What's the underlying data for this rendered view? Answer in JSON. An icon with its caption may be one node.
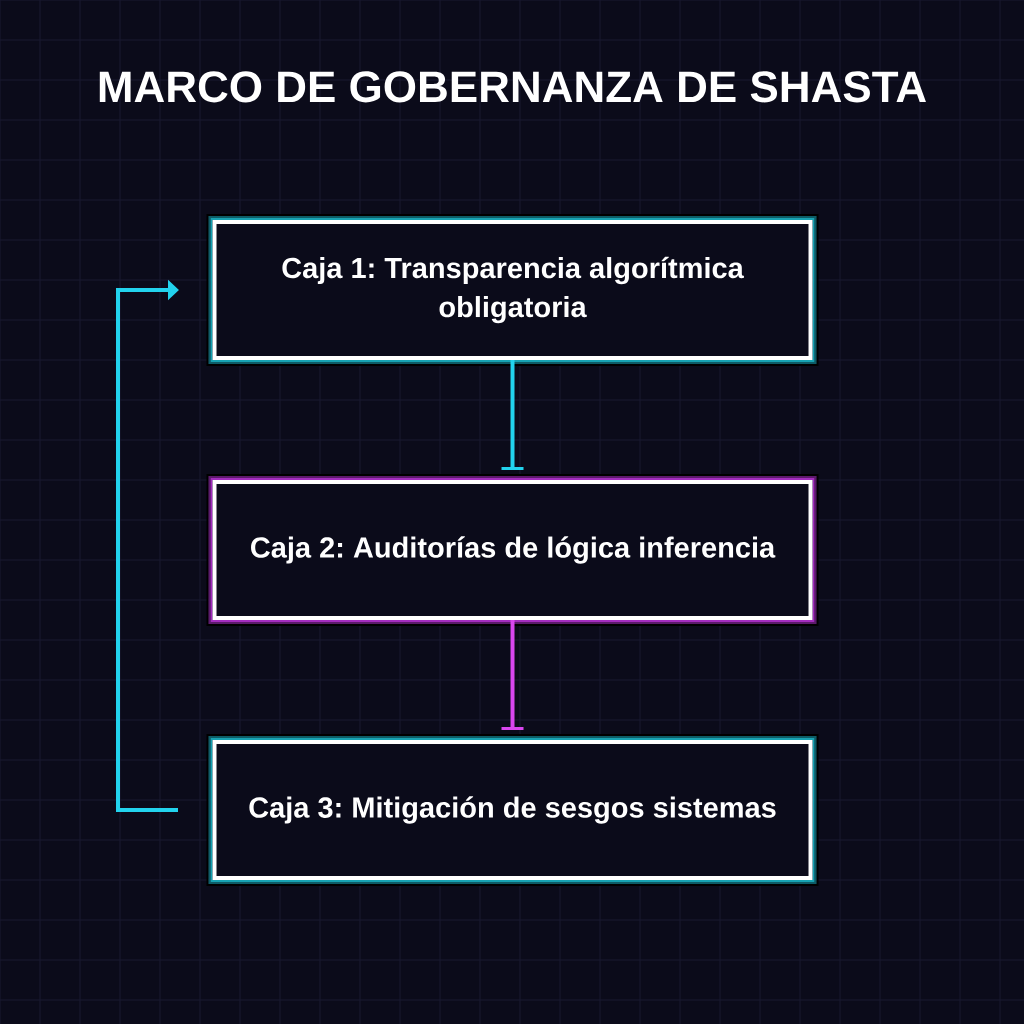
{
  "diagram": {
    "title": "MARCO DE GOBERNANZA DE SHASTA",
    "nodes": [
      {
        "text": [
          "Caja 1: Transparencia algorítmica obligatoria"
        ]
      },
      {
        "text": [
          "Caja 2: Auditorías de lógica inferencia"
        ]
      },
      {
        "text": [
          "Caja 3: Mitigación de sesgos sistemas"
        ]
      }
    ],
    "edges": [
      {
        "from": 0,
        "to": 1,
        "arrow": "other"
      },
      {
        "from": 1,
        "to": 2,
        "arrow": "other",
        "color": "#d946ef"
      },
      {
        "from": 2,
        "to": 0,
        "arrow": "to"
      }
    ]
  }
}
